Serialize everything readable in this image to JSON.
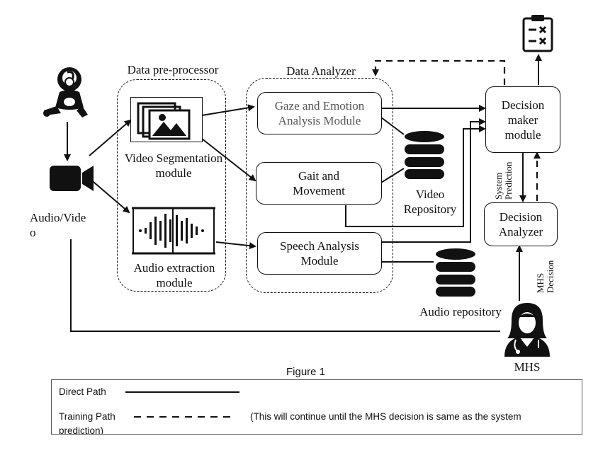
{
  "diagram": {
    "groups": {
      "preprocessor": "Data pre-processor",
      "analyzer": "Data Analyzer"
    },
    "source_label": "Audio/Vide\no",
    "modules": {
      "video_segmentation": "Video Segmentation\nmodule",
      "audio_extraction": "Audio extraction\nmodule",
      "gaze_emotion": "Gaze and Emotion\nAnalysis Module",
      "gait": "Gait and\nMovement",
      "speech": "Speech Analysis\nModule",
      "decision_maker": "Decision\nmaker\nmodule",
      "decision_analyzer": "Decision\nAnalyzer"
    },
    "repositories": {
      "video": "Video\nRepository",
      "audio": "Audio repository"
    },
    "arrow_labels": {
      "system_prediction": "System\nPrediction",
      "mhs_decision": "MHS\nDecision"
    },
    "actor": "MHS"
  },
  "figure_caption": "Figure 1",
  "legend": {
    "direct": "Direct Path",
    "training": "Training Path",
    "note": "(This will continue until the MHS decision is same as the system",
    "note_cont": "prediction)"
  },
  "icons": [
    "baby-icon",
    "video-camera-icon",
    "image-gallery-icon",
    "audio-waveform-icon",
    "database-icon",
    "checklist-icon",
    "doctor-icon"
  ]
}
